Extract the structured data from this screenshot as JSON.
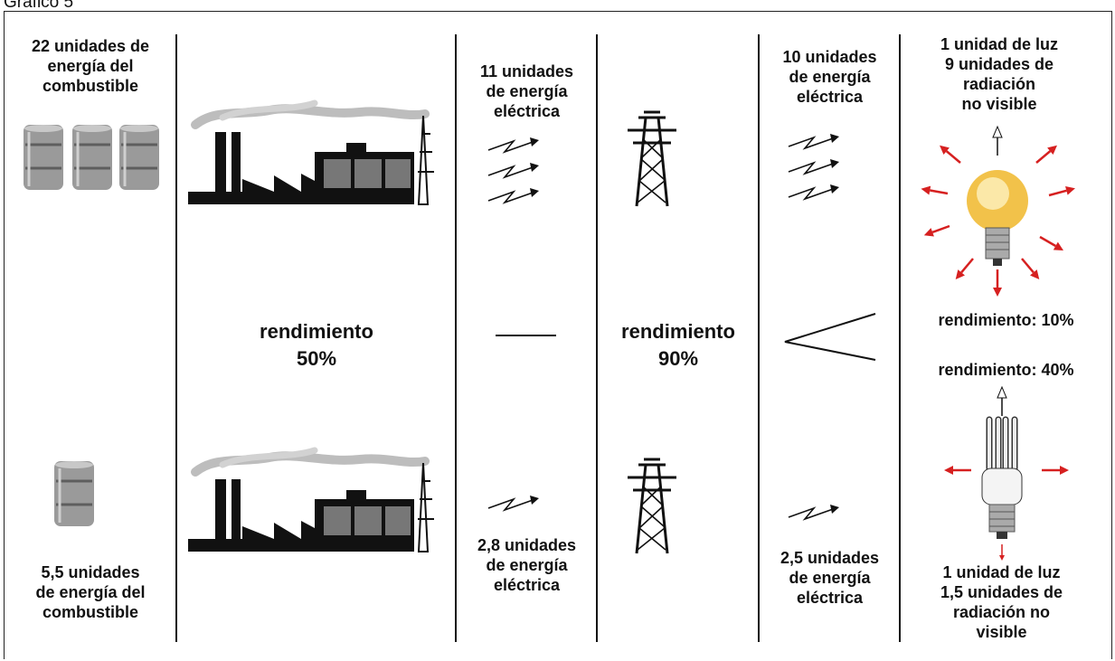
{
  "caption": "Gráfico 5",
  "top": {
    "fuel": "22 unidades de\nenergía del\ncombustible",
    "plant_output": "11 unidades\nde energía\neléctrica",
    "line_output": "10 unidades\nde energía\neléctrica",
    "bulb_output": "1 unidad de luz\n9 unidades de\nradiación\nno visible",
    "bulb_efficiency": "rendimiento: 10%"
  },
  "middle": {
    "plant_efficiency": "rendimiento\n50%",
    "line_efficiency": "rendimiento\n90%"
  },
  "bottom": {
    "cfl_efficiency": "rendimiento: 40%",
    "fuel": "5,5 unidades\nde energía del\ncombustible",
    "plant_output": "2,8 unidades\nde energía\neléctrica",
    "line_output": "2,5 unidades\nde energía\neléctrica",
    "cfl_output": "1 unidad de luz\n1,5 unidades de\nradiación no\nvisible"
  },
  "colors": {
    "ink": "#111111",
    "smoke": "#bdbdbd",
    "barrel": "#9a9a9a",
    "bulb": "#f2c24a",
    "ray": "#d62020"
  }
}
